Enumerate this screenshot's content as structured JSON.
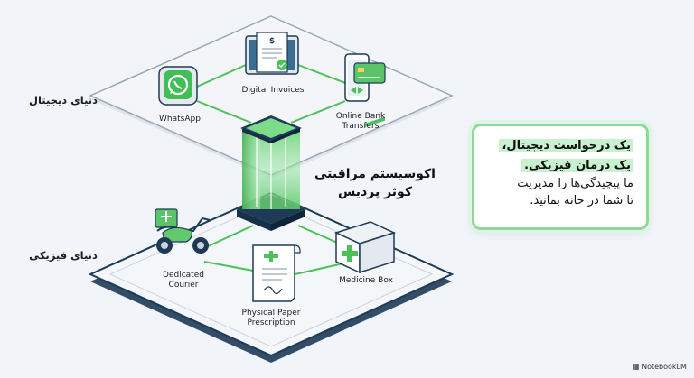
{
  "layers": {
    "digital": "دنیای دیجیتال",
    "physical": "دنیای فیزیکی"
  },
  "center": {
    "line1": "اکوسیستم مراقبتی",
    "line2": "کوثر پردیس"
  },
  "digital_items": {
    "whatsapp": "WhatsApp",
    "invoices": "Digital Invoices",
    "bank_line1": "Online Bank",
    "bank_line2": "Transfers"
  },
  "physical_items": {
    "courier_line1": "Dedicated",
    "courier_line2": "Courier",
    "box": "Medicine Box",
    "paper_line1": "Physical Paper",
    "paper_line2": "Prescription"
  },
  "callout": {
    "line1": "یک درخواست دیجیتال،",
    "line2": "یک درمان فیزیکی.",
    "line3": "ما پیچیدگی‌ها را مدیریت",
    "line4": "تا شما در خانه بمانید."
  },
  "brand": "NotebookLM",
  "colors": {
    "accent_green": "#4cc15a",
    "platform_stroke": "#1e3a56",
    "callout_border": "#8fd89a",
    "highlight": "#c9f0cf"
  }
}
